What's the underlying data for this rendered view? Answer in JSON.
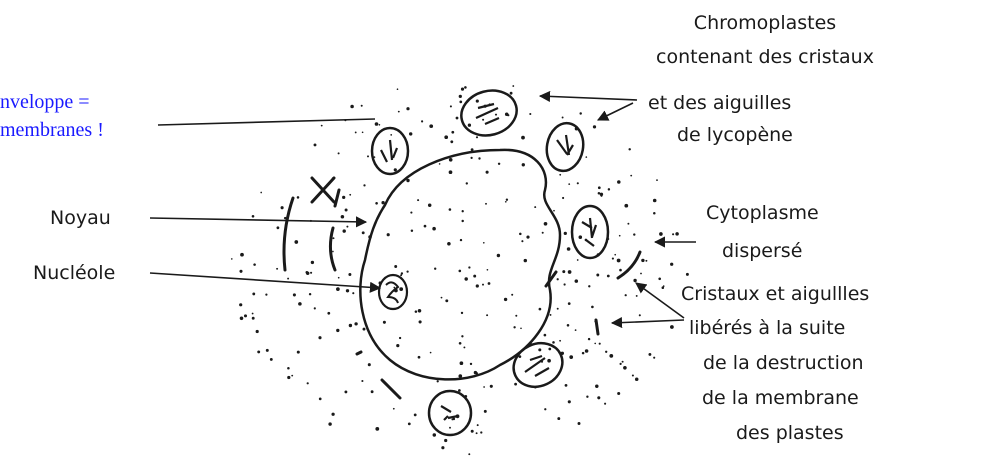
{
  "labels": {
    "enveloppe": [
      "nveloppe =",
      "membranes !"
    ],
    "noyau": "Noyau",
    "nucleole": "Nucléole",
    "chromoplastes": [
      "Chromoplastes",
      "contenant des cristaux",
      "et des  aiguilles",
      "de lycopène"
    ],
    "cytoplasme": [
      "Cytoplasme",
      "dispersé"
    ],
    "cristaux": [
      "Cristaux et aigullles",
      "libérés à la suite",
      "de la destruction",
      "de la membrane",
      "des plastes"
    ]
  },
  "colors": {
    "ink": "#1a1a1a",
    "annotation": "#1a1aff"
  }
}
